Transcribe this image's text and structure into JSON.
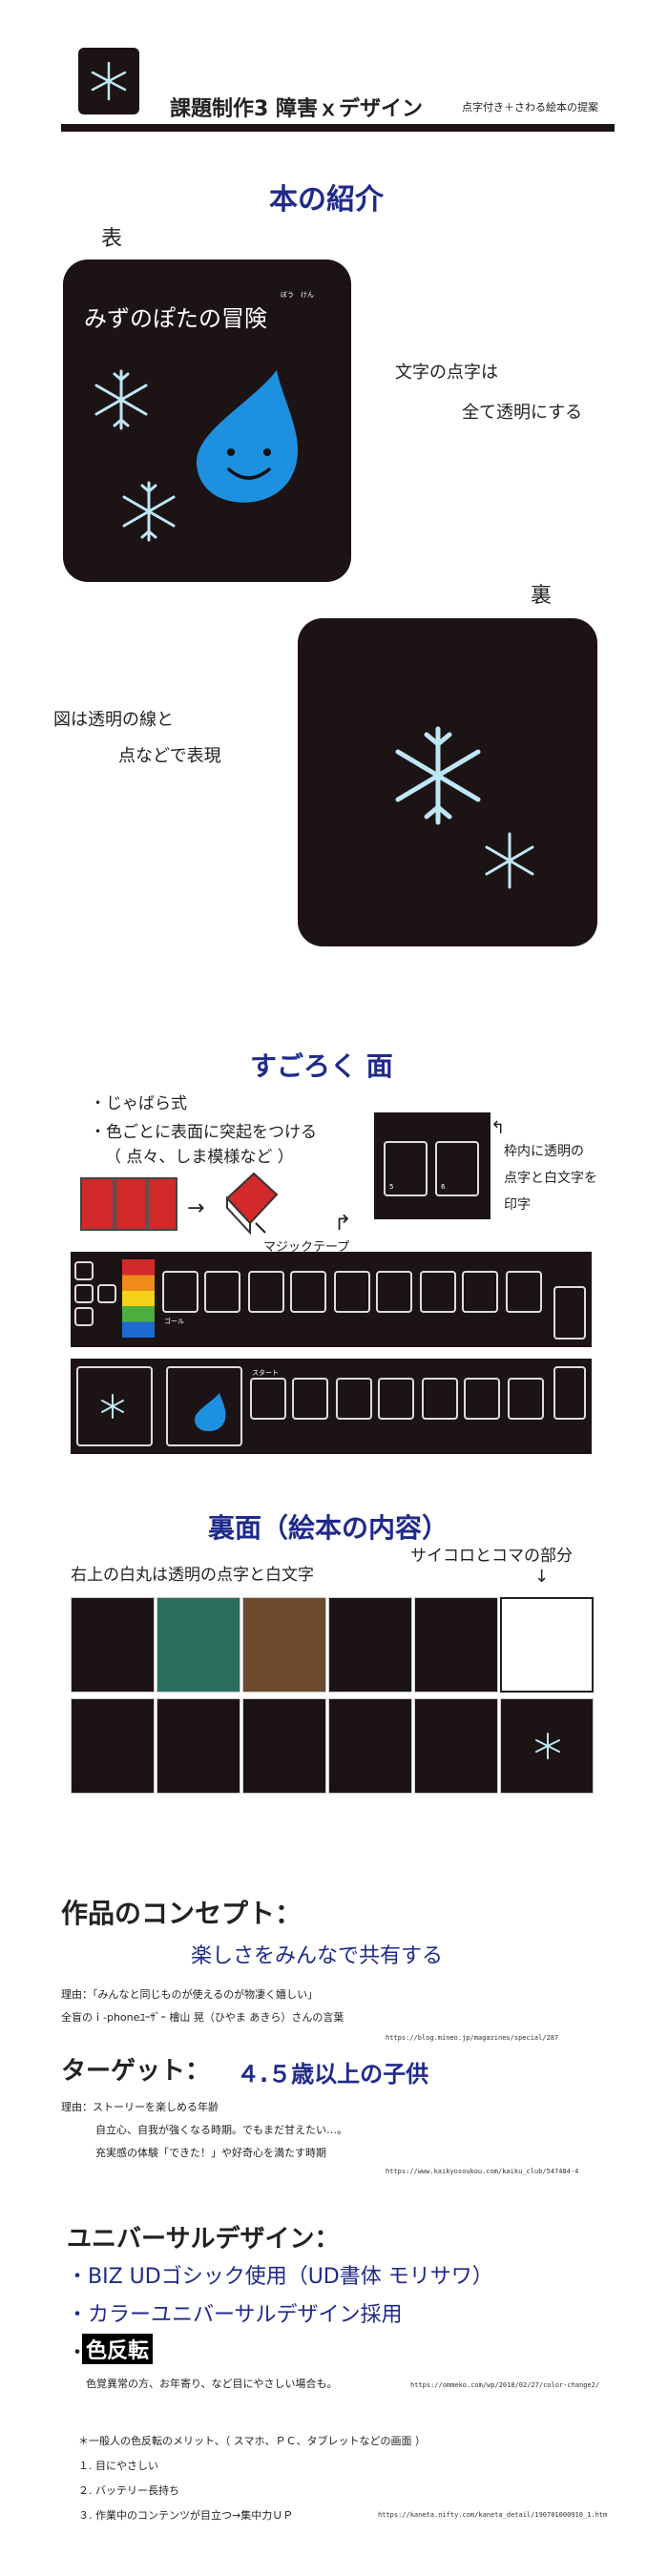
{
  "header": {
    "title": "課題制作3 障害ｘデザイン",
    "subtitle": "点字付き＋さわる絵本の提案"
  },
  "intro": {
    "heading": "本の紹介",
    "front_label": "表",
    "back_label": "裏",
    "book_title": "みずのぽたの冒険",
    "ruby": "ぼう　けん",
    "note_front_1": "文字の点字は",
    "note_front_2": "全て透明にする",
    "note_back_1": "図は透明の線と",
    "note_back_2": "点などで表現"
  },
  "sugoroku": {
    "heading": "すごろく 面",
    "bullet_1": "・じゃばら式",
    "bullet_2": "・色ごとに表面に突起をつける",
    "bullet_3": "（ 点々、しま模様など ）",
    "tape_label": "マジックテープ",
    "frame_note_1": "枠内に透明の",
    "frame_note_2": "点字と白文字を",
    "frame_note_3": "印字",
    "num_5": "5",
    "num_6": "6",
    "start_label": "スタート",
    "goal_label": "ゴール"
  },
  "back_pages": {
    "heading": "裏面（絵本の内容）",
    "note_left": "右上の白丸は透明の点字と白文字",
    "note_right": "サイコロとコマの部分",
    "arrow": "↓"
  },
  "concept": {
    "heading": "作品のコンセプト：",
    "subheading": "楽しさをみんなで共有する",
    "reason_1": "理由：「みんなと同じものが使えるのが物凄く嬉しい」",
    "reason_2": "全盲のｉ-phoneﾕｰｻﾞｰ 檜山 晃（ひやま あきら）さんの言葉",
    "url_1": "https://blog.mineo.jp/magazines/special/287"
  },
  "target": {
    "heading": "ターゲット：",
    "value": "４.５歳以上の子供",
    "reason_1": "理由：ストーリーを楽しめる年齢",
    "reason_2": "自立心、自我が強くなる時期。でもまだ甘えたい…。",
    "reason_3": "充実感の体験「できた！」や好奇心を満たす時期",
    "url_2": "https://www.kaikyosoukou.com/kaiku_club/547484-4"
  },
  "ud": {
    "heading": "ユニバーサルデザイン：",
    "item_1": "・BIZ UDゴシック使用（UD書体 モリサワ）",
    "item_2": "・カラーユニバーサルデザイン採用",
    "item_3_prefix": "・",
    "item_3": "色反転",
    "item_3_desc": "色覚異常の方、お年寄り、など目にやさしい場合も。",
    "url_3": "https://ommeko.com/wp/2018/02/27/color-change2/",
    "merit_heading": "＊一般人の色反転のメリット、（ スマホ、ＰＣ、タブレットなどの画面 ）",
    "merit_1": "１. 目にやさしい",
    "merit_2": "２. バッテリー長持ち",
    "merit_3": "３. 作業中のコンテンツが目立つ→集中力ＵＰ",
    "url_4": "https://kaneta.nifty.com/kaneta_detail/190701000910_1.htm"
  },
  "colors": {
    "panel": "#1c1414",
    "heading_blue": "#1f2a8a",
    "drop_blue": "#1e90e0",
    "snow": "#bfe6f5",
    "red": "#d22a2a"
  },
  "icons": [
    "snowflake-icon",
    "water-drop-character-icon",
    "arrow-icon"
  ]
}
